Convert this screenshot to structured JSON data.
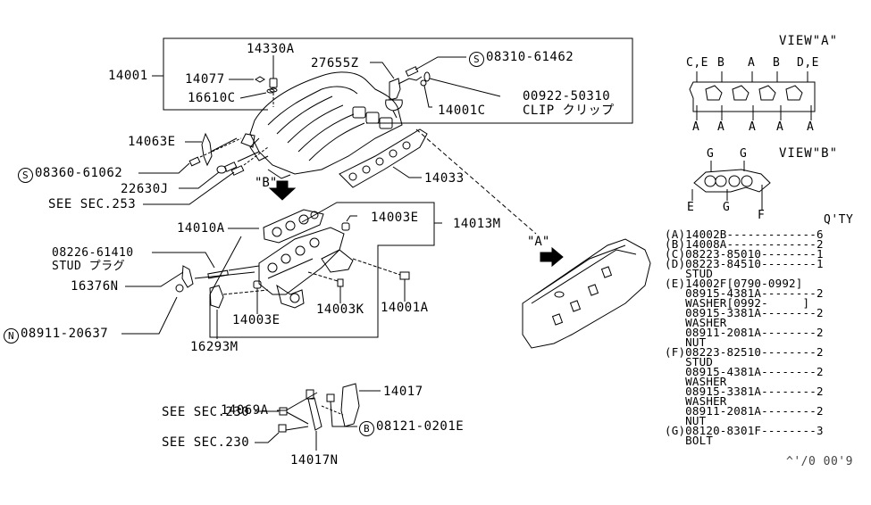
{
  "diagram": {
    "type": "exploded parts diagram",
    "subject": "Intake manifold assembly",
    "part_labels": {
      "p14001": "14001",
      "p14330A": "14330A",
      "p14077": "14077",
      "p16610C": "16610C",
      "p27655Z": "27655Z",
      "p08310": "08310-61462",
      "p08310_prefix": "S",
      "p00922": "00922-50310",
      "p00922_note": "CLIP クリップ",
      "p14001C": "14001C",
      "p14063E": "14063E",
      "p08360": "08360-61062",
      "p08360_prefix": "S",
      "p22630J": "22630J",
      "see253": "SEE SEC.253",
      "p14033": "14033",
      "viewB_marker": "\"B\"",
      "viewA_marker": "\"A\"",
      "p14010A": "14010A",
      "p14003E_top": "14003E",
      "p14013M": "14013M",
      "p08226": "08226-61410",
      "p08226_note": "STUD プラグ",
      "p16376N": "16376N",
      "p14003E_bot": "14003E",
      "p14003K": "14003K",
      "p14001A": "14001A",
      "p08911": "08911-20637",
      "p08911_prefix": "N",
      "p16293M": "16293M",
      "p14069A": "14069A",
      "p14017": "14017",
      "see230_a": "SEE SEC.230",
      "see230_b": "SEE SEC.230",
      "p08121": "08121-0201E",
      "p08121_prefix": "B",
      "p14017N": "14017N"
    },
    "view_a": {
      "title": "VIEW\"A\"",
      "top_labels": [
        "C,E",
        "B",
        "A",
        "B",
        "D,E"
      ],
      "bottom_labels": [
        "A",
        "A",
        "A",
        "A",
        "A"
      ]
    },
    "view_b": {
      "title": "VIEW\"B\"",
      "top_labels": [
        "G",
        "G"
      ],
      "bottom_labels": [
        "E",
        "G",
        "F"
      ]
    },
    "parts_list": {
      "header": "Q'TY",
      "rows": [
        "(A)14002B-------------6",
        "(B)14008A-------------2",
        "(C)08223-85010--------1",
        "(D)08223-84510--------1",
        "   STUD",
        "(E)14002F[0790-0992]",
        "   08915-4381A--------2",
        "   WASHER[0992-     ]",
        "   08915-3381A--------2",
        "   WASHER",
        "   08911-2081A--------2",
        "   NUT",
        "(F)08223-82510--------2",
        "   STUD",
        "   08915-4381A--------2",
        "   WASHER",
        "   08915-3381A--------2",
        "   WASHER",
        "   08911-2081A--------2",
        "   NUT",
        "(G)08120-8301F--------3",
        "   BOLT"
      ],
      "footer_code": "^'/0  00'9"
    }
  }
}
